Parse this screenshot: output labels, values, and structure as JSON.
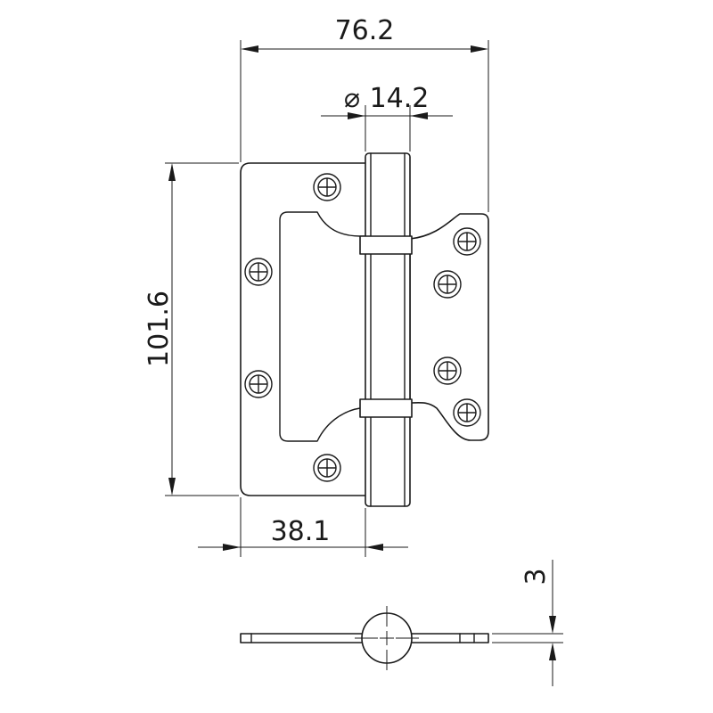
{
  "drawing": {
    "subject": "flush hinge technical drawing",
    "line_color": "#1a1a1a",
    "background": "#ffffff"
  },
  "dimensions": {
    "overall_width": "76.2",
    "knuckle_diameter_symbol": "⌀",
    "knuckle_diameter": "14.2",
    "height": "101.6",
    "leaf_width": "38.1",
    "thickness": "3"
  }
}
